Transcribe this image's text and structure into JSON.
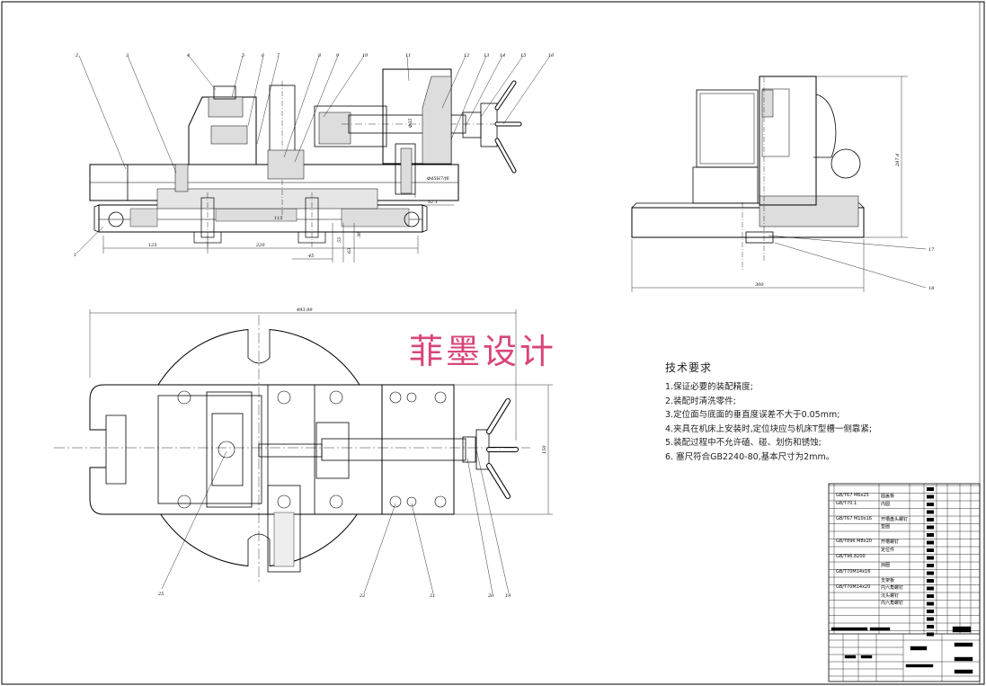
{
  "watermark": "菲墨设计",
  "tech_requirements": {
    "title": "技术要求",
    "items": [
      "1.保证必要的装配精度;",
      "2.装配时清洗零件;",
      "3.定位面与底面的垂直度误差不大于0.05mm;",
      "4.夹具在机床上安装时,定位块应与机床T型槽一侧靠紧;",
      "5.装配过程中不允许磕、碰、划伤和锈蚀;",
      "6. 塞尺符合GB2240-80,基本尺寸为2mm。"
    ]
  },
  "front_view": {
    "part_numbers": [
      "2",
      "3",
      "4",
      "5",
      "6",
      "7",
      "8",
      "9",
      "10",
      "11",
      "12",
      "13",
      "14",
      "15",
      "16",
      "1"
    ],
    "dims": {
      "d125": "125",
      "d220": "220",
      "d115": "115",
      "d45": "45",
      "d55": "55",
      "d63": "63",
      "d36": "36",
      "d1": "Φ45H7/f6",
      "d2": "52.1",
      "d3": "Φ35"
    }
  },
  "side_view": {
    "part_numbers": [
      "17",
      "18"
    ],
    "dims": {
      "width": "300",
      "height": "287.4"
    }
  },
  "top_view": {
    "part_numbers": [
      "25",
      "22",
      "21",
      "20",
      "19"
    ],
    "dims": {
      "width": "493.99",
      "height": "150"
    }
  },
  "bom": {
    "rows": [
      "GB/T67 M6x25",
      "GB/T70.1",
      "",
      "GB/T67 M10x16",
      "",
      "",
      "GB/T896 M8x20",
      "",
      "GB/T96.8200",
      "",
      "GB/T70M14x16",
      "",
      "GB/T70M14x20"
    ],
    "names": [
      "圆盖板",
      "内圆",
      "",
      "开槽盘头螺钉",
      "垫圈",
      "",
      "开槽螺钉",
      "定位件",
      "",
      "挡圈",
      "",
      "支架板",
      "内六角螺钉",
      "沉头螺钉",
      "内六角螺钉"
    ]
  }
}
